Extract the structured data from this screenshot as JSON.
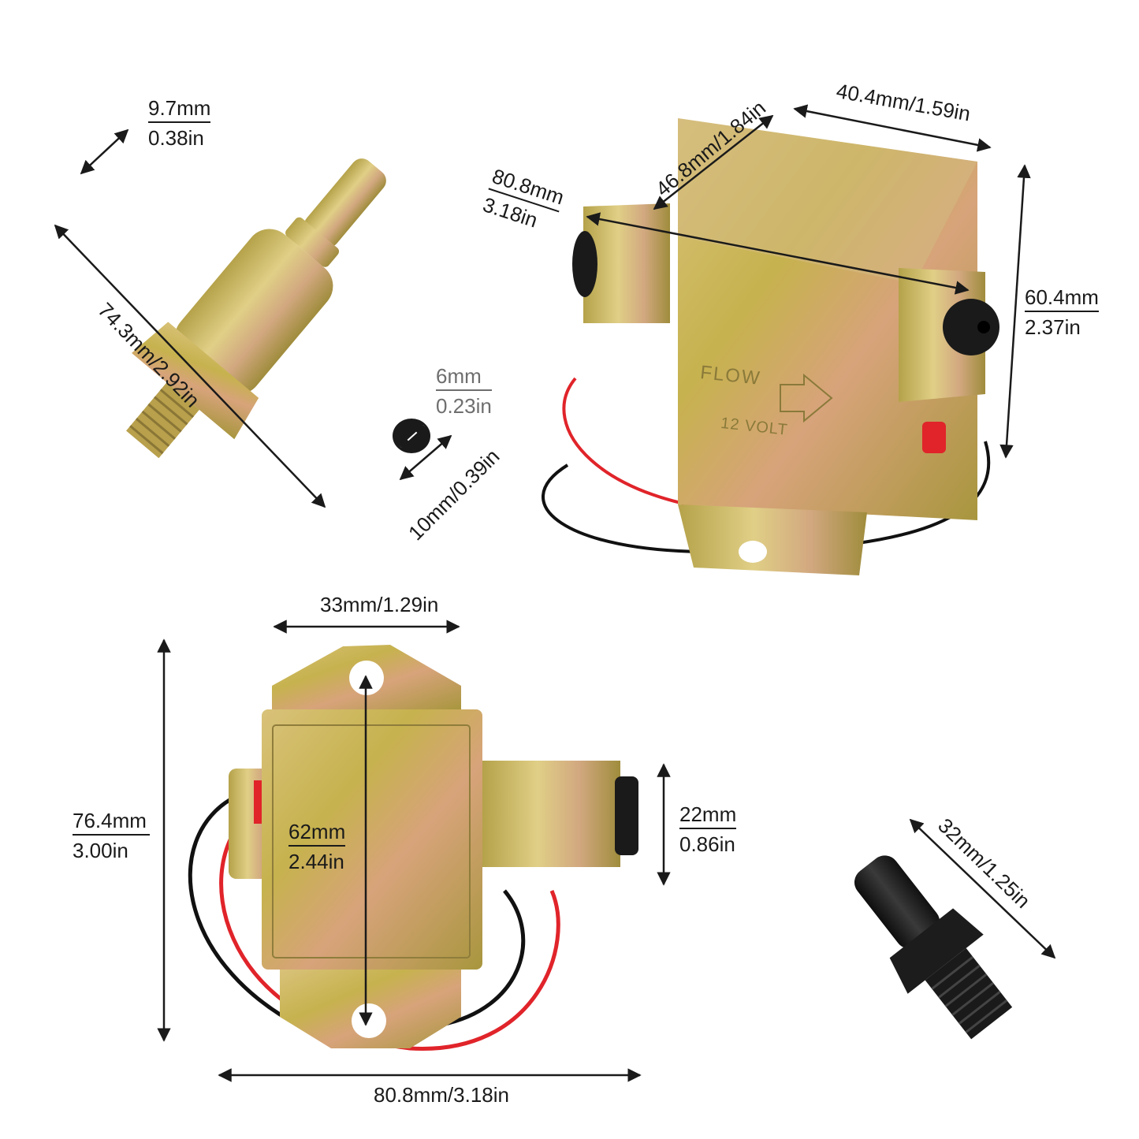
{
  "title": "Electric fuel pump dimension diagram",
  "colors": {
    "background": "#ffffff",
    "text": "#1a1a1a",
    "secondary_text": "#6e6e6e",
    "brass_plating": "#c9b15a",
    "wire_red": "#e0242a",
    "wire_black": "#111111",
    "fitting_black": "#1c1c1c"
  },
  "panels": [
    {
      "id": "inlet-filter",
      "description": "Inline filter / fitting",
      "dimensions": {
        "tip_diameter": {
          "mm": "9.7mm",
          "in": "0.38in"
        },
        "overall_length": "74.3mm/2.92in",
        "thread_bore": {
          "mm": "6mm",
          "in": "0.23in"
        },
        "thread_diameter": "10mm/0.39in"
      }
    },
    {
      "id": "pump-perspective",
      "description": "Pump body perspective view",
      "embossed_text": {
        "line1": "FLOW",
        "line2": "12 VOLT"
      },
      "dimensions": {
        "depth": "46.8mm/1.84in",
        "width": "40.4mm/1.59in",
        "length": {
          "mm": "80.8mm",
          "in": "3.18in"
        },
        "height": {
          "mm": "60.4mm",
          "in": "2.37in"
        }
      }
    },
    {
      "id": "pump-front",
      "description": "Pump front view",
      "dimensions": {
        "bracket_width": "33mm/1.29in",
        "overall_height": {
          "mm": "76.4mm",
          "in": "3.00in"
        },
        "hole_spacing": {
          "mm": "62mm",
          "in": "2.44in"
        },
        "port_height": {
          "mm": "22mm",
          "in": "0.86in"
        },
        "overall_length": "80.8mm/3.18in"
      }
    },
    {
      "id": "hose-barb",
      "description": "Black hose barb fitting",
      "dimensions": {
        "length": "32mm/1.25in"
      }
    }
  ]
}
